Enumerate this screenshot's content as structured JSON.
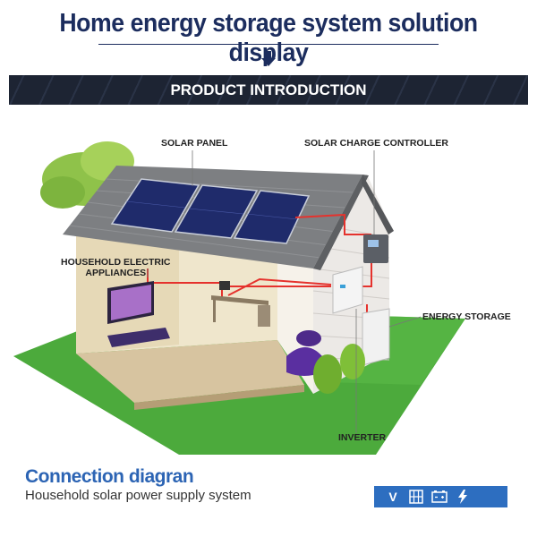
{
  "header": {
    "title": "Home energy storage system solution display",
    "banner_label": "PRODUCT INTRODUCTION"
  },
  "diagram": {
    "labels": {
      "solar_panel": "SOLAR PANEL",
      "solar_charge_controller": "SOLAR CHARGE CONTROLLER",
      "household_appliances_line1": "HOUSEHOLD ELECTRIC",
      "household_appliances_line2": "APPLIANCES",
      "energy_storage": "ENERGY STORAGE",
      "inverter": "INVERTER"
    }
  },
  "footer": {
    "title": "Connection diagran",
    "subtitle": "Household solar power supply system",
    "badge_icons": [
      "voltage-icon",
      "solar-panel-icon",
      "battery-icon",
      "lightning-icon"
    ],
    "badge_v": "V"
  },
  "colors": {
    "title": "#1c2d5e",
    "accent_blue": "#2c64b4",
    "wire_red": "#e5322d",
    "grass": "#4caa3c"
  }
}
